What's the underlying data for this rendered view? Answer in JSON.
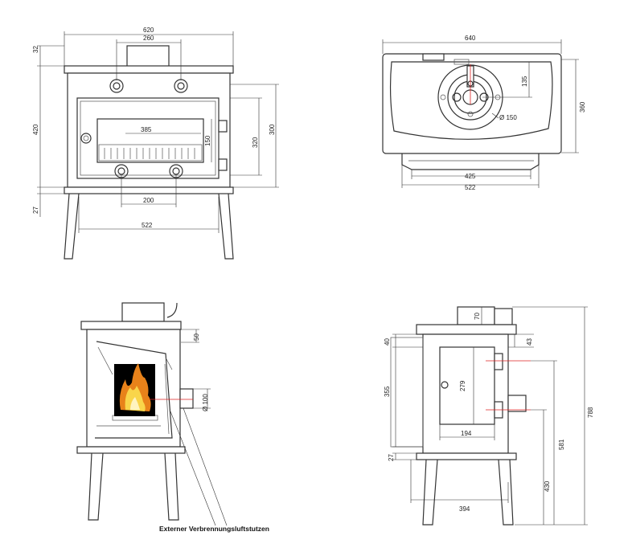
{
  "front_view": {
    "dims": {
      "width_total": "620",
      "flue_spacing": "260",
      "top_height": "32",
      "body_height": "420",
      "leg_top": "27",
      "window_width": "385",
      "window_height": "150",
      "door_height": "300",
      "height_320": "320",
      "air_spacing": "200",
      "leg_spacing": "522"
    }
  },
  "top_view": {
    "dims": {
      "width_total": "640",
      "flue_offset": "135",
      "depth": "360",
      "flue_diameter": "Ø 150",
      "base_425": "425",
      "base_522": "522"
    }
  },
  "side_view": {
    "dims": {
      "top_50": "50",
      "air_diameter": "Ø 100"
    },
    "caption": "Externer Verbrennungsluftstutzen"
  },
  "back_view": {
    "dims": {
      "flue_70": "70",
      "side_40": "40",
      "side_43": "43",
      "height_355": "355",
      "door_279": "279",
      "total_788": "788",
      "height_581": "581",
      "door_194": "194",
      "leg_27": "27",
      "height_430": "430",
      "depth_394": "394"
    }
  }
}
